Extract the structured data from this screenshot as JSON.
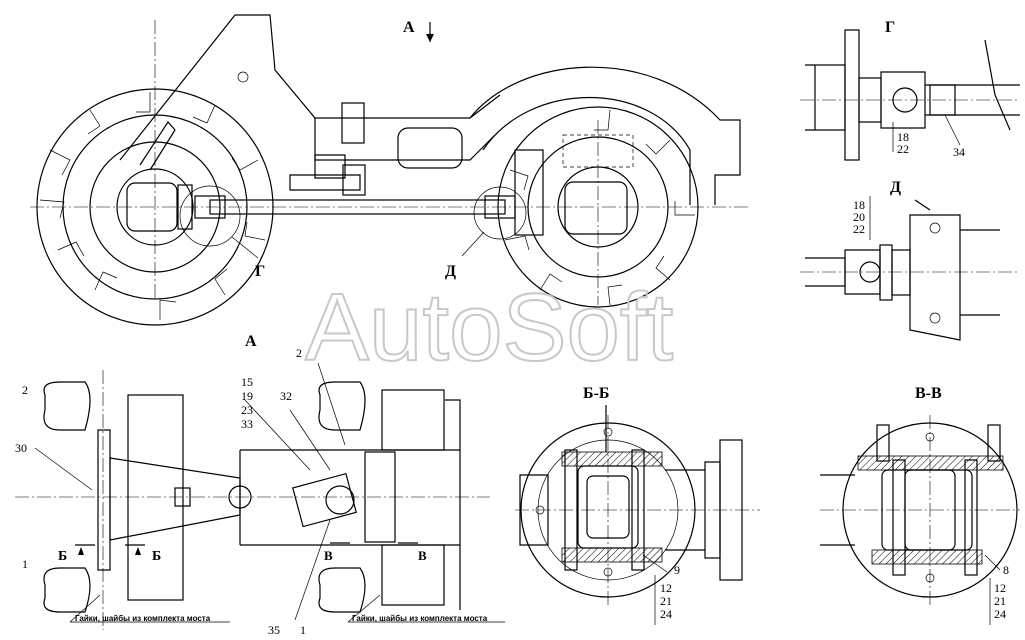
{
  "views": {
    "a_arrow": "А",
    "g_top": "Г",
    "d_top": "Д",
    "g_side": "Г",
    "d_side": "Д",
    "a_plan": "А",
    "section_bb": "Б-Б",
    "section_vv": "В-В",
    "b_left": "Б",
    "b_right": "Б",
    "v_left": "В",
    "v_right": "В"
  },
  "watermark": "AutoSoft",
  "callouts": {
    "g_18": "18",
    "g_22": "22",
    "g_34": "34",
    "d_18": "18",
    "d_20": "20",
    "d_22": "22",
    "p_2a": "2",
    "p_30": "30",
    "p_1a": "1",
    "p_15": "15",
    "p_19": "19",
    "p_23": "23",
    "p_33": "33",
    "p_32": "32",
    "p_2b": "2",
    "p_35": "35",
    "p_1b": "1",
    "bb_9": "9",
    "bb_12": "12",
    "bb_21": "21",
    "bb_24": "24",
    "vv_8": "8",
    "vv_12": "12",
    "vv_21": "21",
    "vv_24": "24"
  },
  "notes": {
    "left": "Гайки, шайбы из комплекта моста",
    "right": "Гайки, шайбы из комплекта моста"
  }
}
